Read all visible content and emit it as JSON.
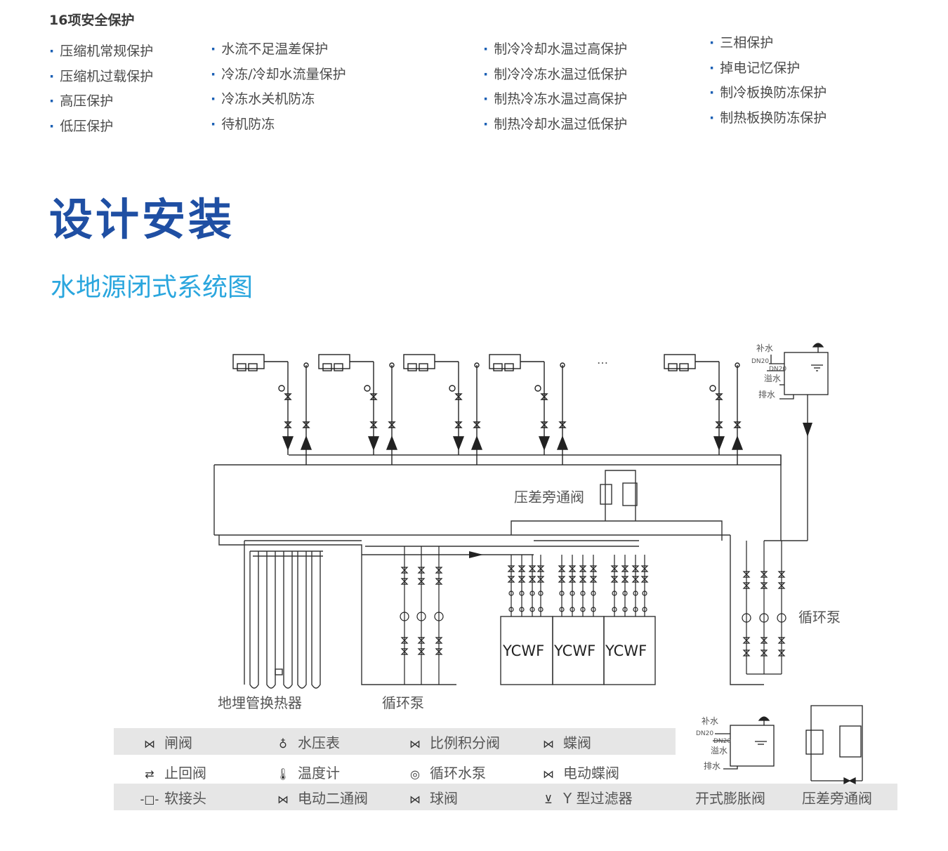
{
  "protection": {
    "title": "16项安全保护",
    "col1": [
      "压缩机常规保护",
      "压缩机过载保护",
      "高压保护",
      "低压保护"
    ],
    "col2": [
      "水流不足温差保护",
      "冷冻/冷却水流量保护",
      "冷冻水关机防冻",
      "待机防冻"
    ],
    "col3": [
      "制冷冷却水温过高保护",
      "制冷冷冻水温过低保护",
      "制热冷冻水温过高保护",
      "制热冷却水温过低保护"
    ],
    "col4": [
      "三相保护",
      "掉电记忆保护",
      "制冷板换防冻保护",
      "制热板换防冻保护"
    ]
  },
  "section_title": "设计安装",
  "subsection_title": "水地源闭式系统图",
  "diagram": {
    "ellipsis": "…",
    "tank_labels": {
      "makeup": "补水",
      "dn20a": "DN20",
      "dn20b": "DN20",
      "overflow": "溢水",
      "drain": "排水"
    },
    "bypass_label": "压差旁通阀",
    "ground_label": "地埋管换热器",
    "pump_label_1": "循环泵",
    "pump_label_2": "循环泵",
    "units": [
      "YCWF",
      "YCWF",
      "YCWF"
    ]
  },
  "legend": {
    "row1": [
      {
        "icon": "gate-valve-icon",
        "glyph": "⋈",
        "label": "闸阀"
      },
      {
        "icon": "pressure-gauge-icon",
        "glyph": "♁",
        "label": "水压表"
      },
      {
        "icon": "proportional-valve-icon",
        "glyph": "⋈",
        "label": "比例积分阀"
      },
      {
        "icon": "butterfly-valve-icon",
        "glyph": "⋈",
        "label": "蝶阀"
      }
    ],
    "row2": [
      {
        "icon": "check-valve-icon",
        "glyph": "⇄",
        "label": "止回阀"
      },
      {
        "icon": "thermometer-icon",
        "glyph": "🌡",
        "label": "温度计"
      },
      {
        "icon": "pump-icon",
        "glyph": "◎",
        "label": "循环水泵"
      },
      {
        "icon": "electric-butterfly-valve-icon",
        "glyph": "⋈",
        "label": "电动蝶阀"
      }
    ],
    "row3": [
      {
        "icon": "flexible-joint-icon",
        "glyph": "-□-",
        "label": "软接头"
      },
      {
        "icon": "electric-two-way-valve-icon",
        "glyph": "⋈",
        "label": "电动二通阀"
      },
      {
        "icon": "ball-valve-icon",
        "glyph": "⋈",
        "label": "球阀"
      },
      {
        "icon": "y-strainer-icon",
        "glyph": "⊻",
        "label": "Y 型过滤器"
      }
    ],
    "open_tank_label": "开式膨胀阀",
    "open_tank_sub": {
      "makeup": "补水",
      "dn20a": "DN20",
      "dn20b": "DN20",
      "overflow": "溢水",
      "drain": "排水"
    },
    "bypass_label": "压差旁通阀"
  }
}
